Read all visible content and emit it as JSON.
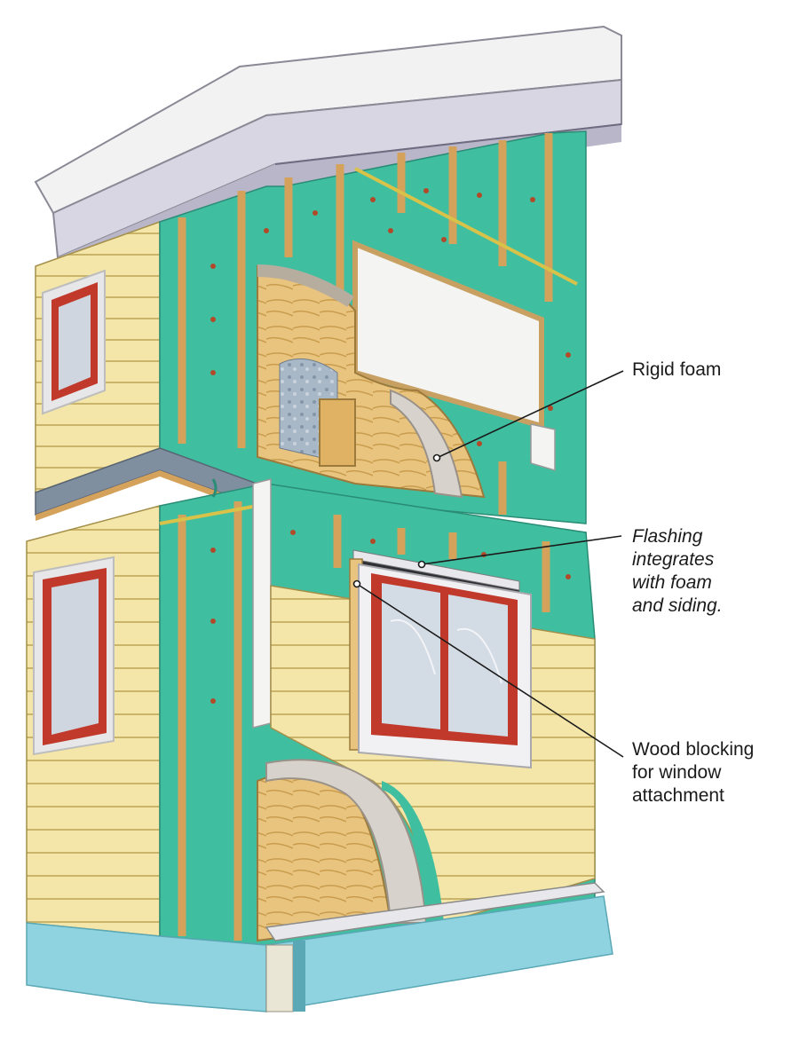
{
  "callouts": {
    "rigid_foam": "Rigid foam",
    "flashing": "Flashing\nintegrates\nwith foam\nand siding.",
    "wood_blocking": "Wood blocking\nfor window\nattachment"
  },
  "colors": {
    "sheathing_green": "#3fbfa0",
    "siding_yellow": "#f3e6a8",
    "plywood": "#e6c27c",
    "window_frame_red": "#c0392b",
    "foam_white": "#f4f4f2",
    "soffit_gray": "#b8b6c8",
    "foundation_blue": "#8fd3e0"
  },
  "icons": [
    "house-wall-cutaway-illustration"
  ]
}
